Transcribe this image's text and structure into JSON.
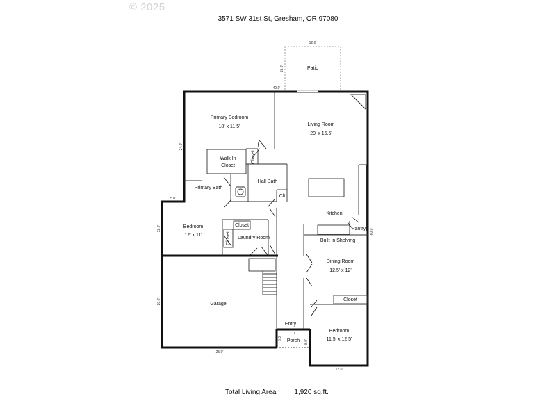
{
  "header": {
    "address": "3571 SW 31st St, Gresham, OR 97080",
    "copyright": "© 2025"
  },
  "rooms": {
    "patio": {
      "name": "Patio"
    },
    "primary_bedroom": {
      "name": "Primary Bedroom",
      "size": "18' x 11.5'"
    },
    "living_room": {
      "name": "Living Room",
      "size": "20' x 15.5'"
    },
    "walk_in_closet": {
      "name": "Walk In Closet",
      "line1": "Walk In",
      "line2": "Closet"
    },
    "closet_master": {
      "name": "Closet"
    },
    "primary_bath": {
      "name": "Primary Bath"
    },
    "hall_bath": {
      "name": "Hall Bath"
    },
    "clt": {
      "name": "Clt"
    },
    "kitchen": {
      "name": "Kitchen"
    },
    "pantry": {
      "name": "Pantry"
    },
    "bedroom_2": {
      "name": "Bedroom",
      "size": "12' x 11'"
    },
    "closet_hall": {
      "name": "Closet"
    },
    "closet_laundry": {
      "name": "Closet"
    },
    "laundry_room": {
      "name": "Laundry Room"
    },
    "built_in_shelving": {
      "name": "Built In Shelving"
    },
    "dining_room": {
      "name": "Dining Room",
      "size": "12.5' x 12'"
    },
    "garage": {
      "name": "Garage"
    },
    "closet_bedroom3": {
      "name": "Closet"
    },
    "entry": {
      "name": "Entry"
    },
    "porch": {
      "name": "Porch"
    },
    "bedroom_3": {
      "name": "Bedroom",
      "size": "11.5' x 12.5'"
    }
  },
  "dimensions": {
    "patio_width": "12.0'",
    "patio_depth": "15.0'",
    "top_width": "40.0'",
    "left_upper": "24.0'",
    "bedroom_left": "12.0'",
    "offset": "5.0'",
    "right_side": "60.0'",
    "garage_depth": "20.0'",
    "garage_width": "25.0'",
    "porch_width": "7.0'",
    "porch_depth_left": "8.0'",
    "porch_depth_right": "8.0'",
    "bottom_right": "12.0'"
  },
  "summary": {
    "label": "Total Living Area",
    "value": "1,920 sq.ft."
  }
}
